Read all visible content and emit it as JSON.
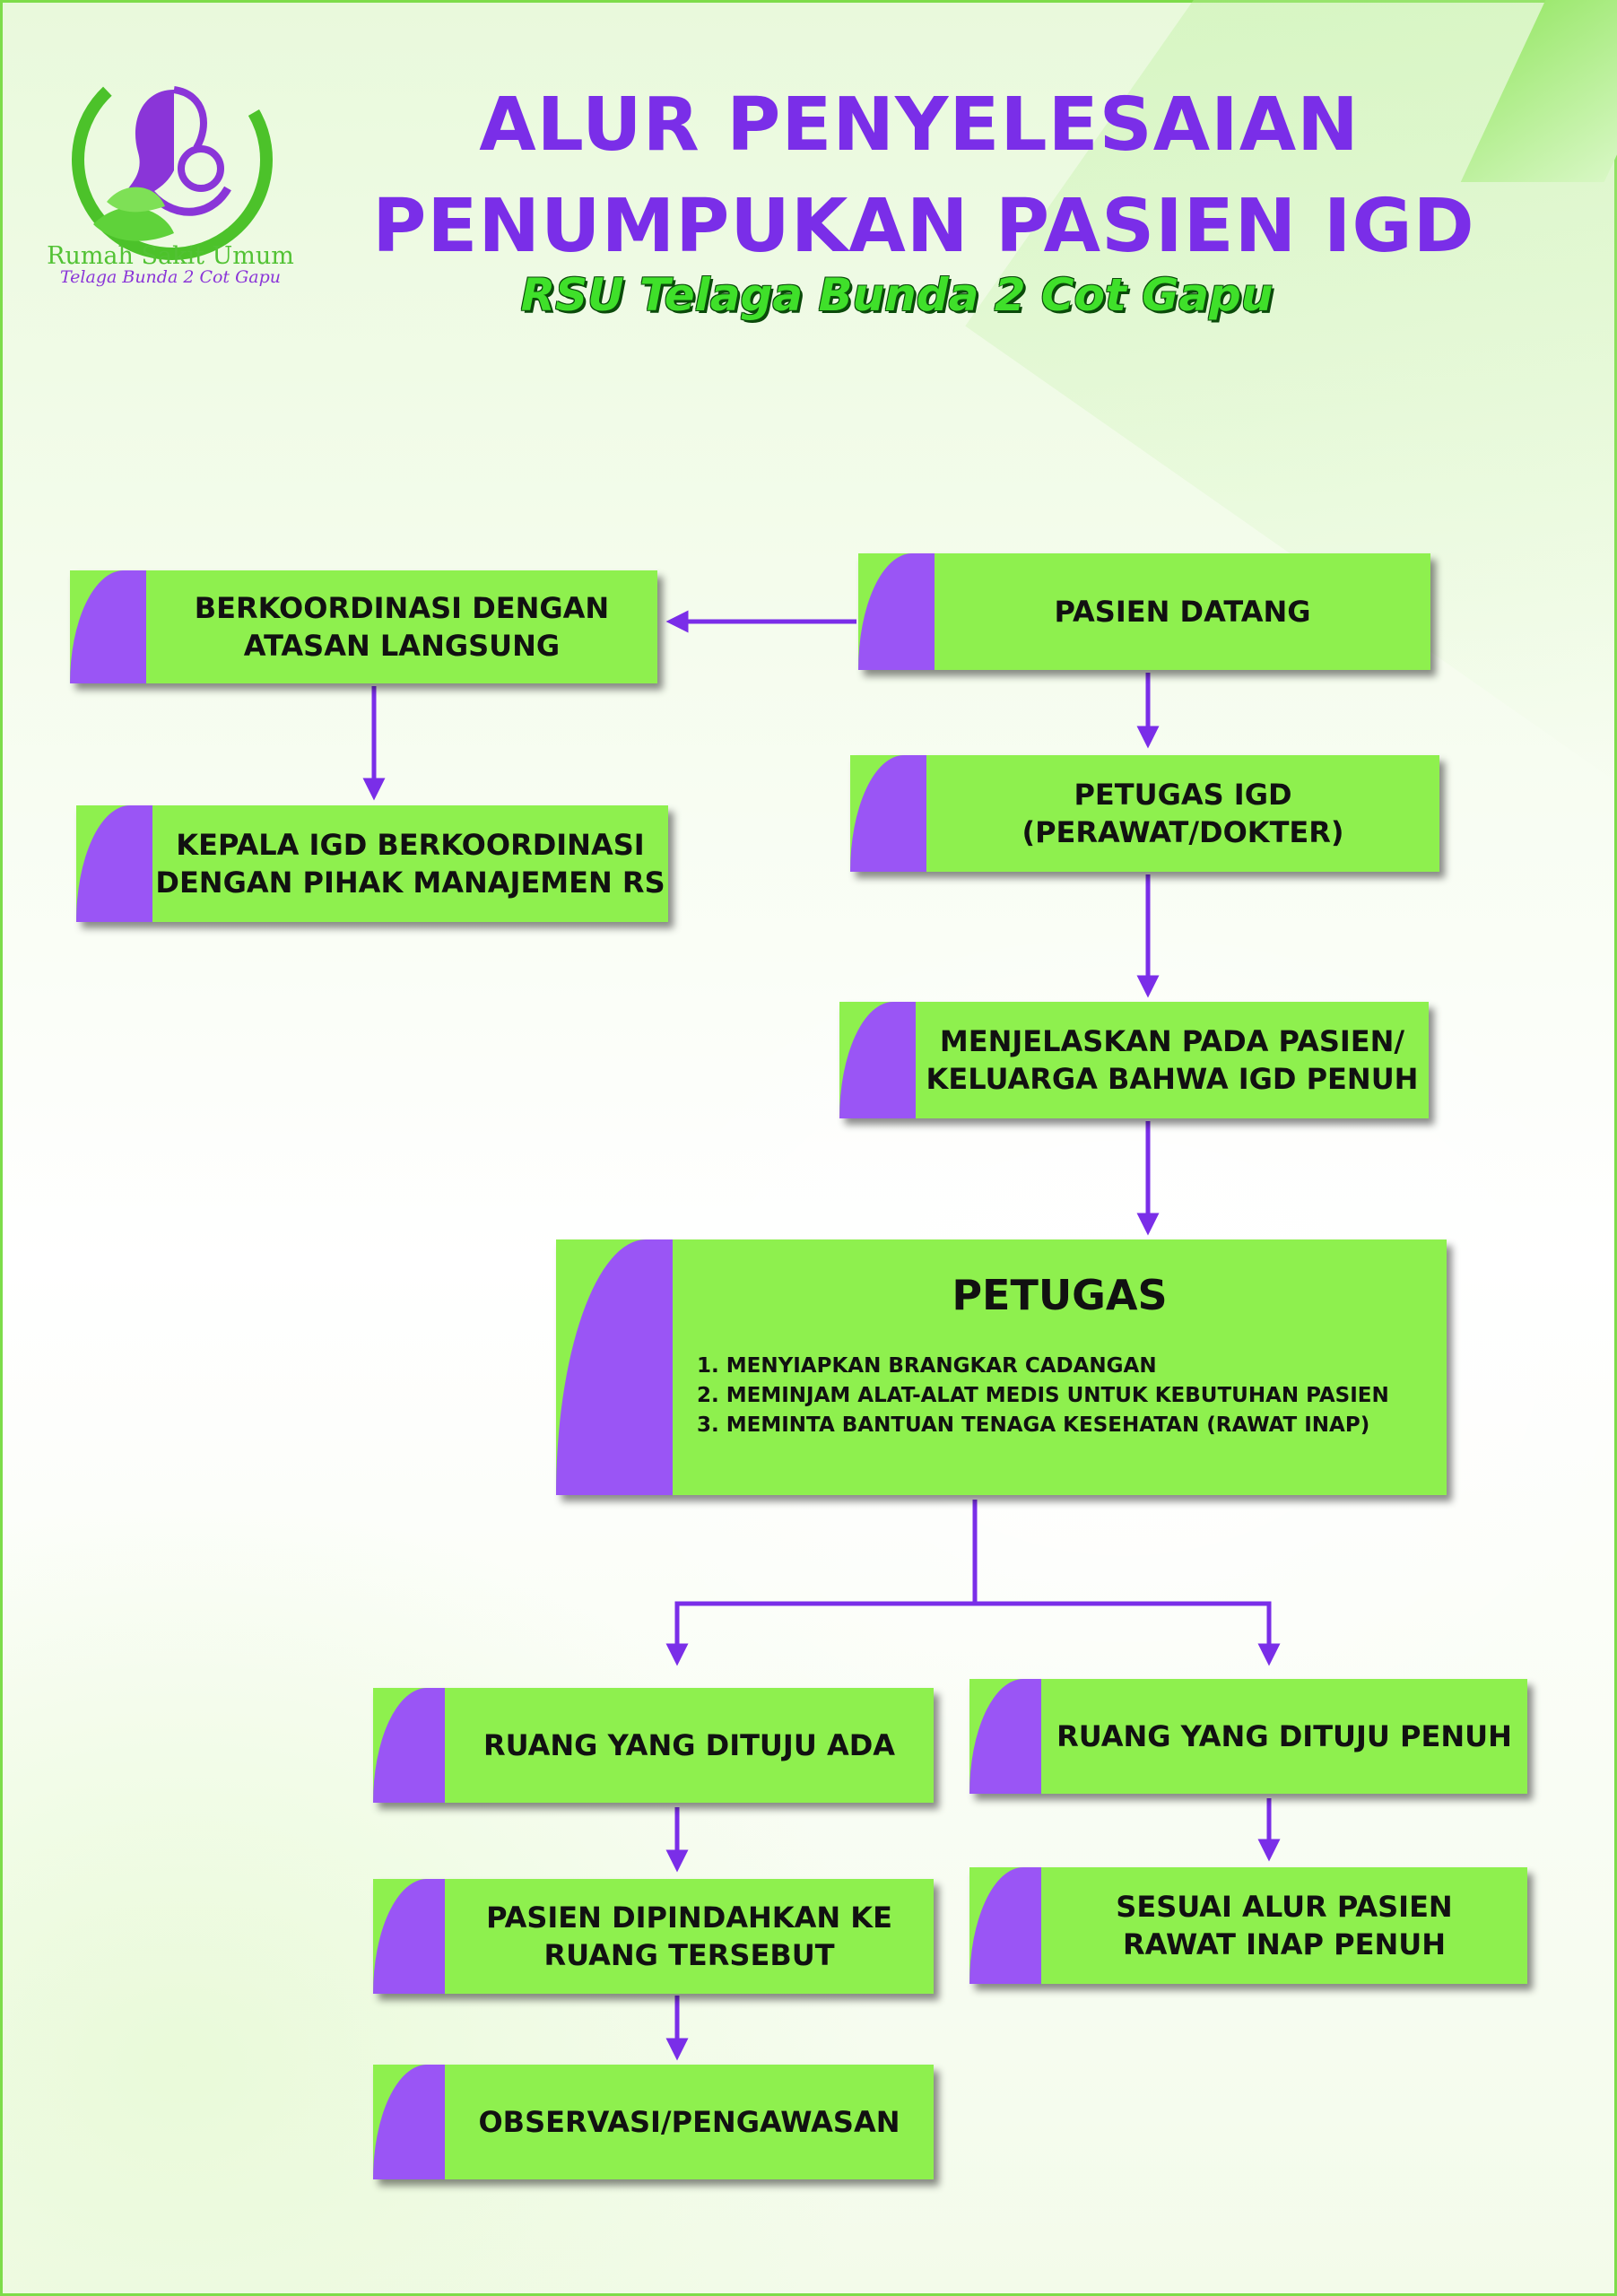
{
  "header": {
    "title_line1": "ALUR PENYELESAIAN",
    "title_line2": "PENUMPUKAN PASIEN IGD",
    "subtitle": "RSU Telaga Bunda 2 Cot Gapu"
  },
  "logo": {
    "line1": "Rumah Sakit Umum",
    "line2": "Telaga Bunda 2 Cot Gapu"
  },
  "colors": {
    "box_fill": "#8ef04e",
    "box_tab": "#9a55f5",
    "arrow": "#7a2ee8",
    "title": "#7a2ee8",
    "subtitle": "#3fe02a"
  },
  "nodes": {
    "pasien_datang": "PASIEN DATANG",
    "koordinasi_atasan": [
      "BERKOORDINASI DENGAN",
      "ATASAN LANGSUNG"
    ],
    "kepala_igd": [
      "KEPALA IGD BERKOORDINASI",
      "DENGAN PIHAK MANAJEMEN RS"
    ],
    "petugas_igd": [
      "PETUGAS IGD",
      "(PERAWAT/DOKTER)"
    ],
    "menjelaskan": [
      "MENJELASKAN PADA PASIEN/",
      "KELUARGA BAHWA IGD PENUH"
    ],
    "petugas": {
      "title": "PETUGAS",
      "steps": [
        "1. MENYIAPKAN BRANGKAR CADANGAN",
        "2. MEMINJAM ALAT-ALAT MEDIS UNTUK KEBUTUHAN PASIEN",
        "3. MEMINTA BANTUAN TENAGA KESEHATAN (RAWAT INAP)"
      ]
    },
    "ruang_ada": "RUANG YANG DITUJU ADA",
    "ruang_penuh": "RUANG YANG DITUJU PENUH",
    "dipindahkan": [
      "PASIEN DIPINDAHKAN KE",
      "RUANG TERSEBUT"
    ],
    "sesuai_alur": [
      "SESUAI ALUR PASIEN",
      "RAWAT INAP PENUH"
    ],
    "observasi": "OBSERVASI/PENGAWASAN"
  }
}
